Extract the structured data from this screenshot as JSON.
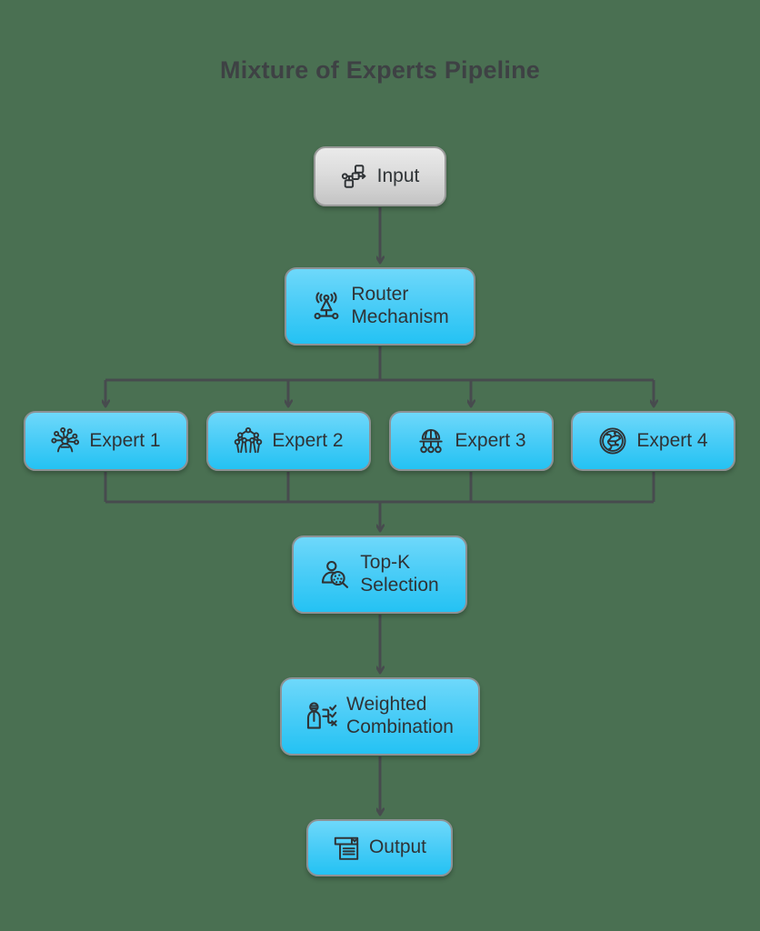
{
  "title": "Mixture of Experts Pipeline",
  "theme": {
    "background": "#4a7052",
    "node_blue_top": "#6ed8fa",
    "node_blue_bottom": "#24c2f3",
    "node_grey_top": "#eaeaea",
    "node_grey_bottom": "#c4c4c4",
    "node_border": "#9a9a9a",
    "text_color": "#2f3336",
    "title_color": "#3e4144",
    "edge_color": "#474b4e"
  },
  "chart_data": {
    "type": "diagram",
    "title": "Mixture of Experts Pipeline",
    "layout": "top-to-bottom flowchart with fan-out and fan-in",
    "nodes": [
      {
        "id": "input",
        "label": "Input",
        "icon": "flow-branch-icon",
        "style": "grey"
      },
      {
        "id": "router",
        "label": "Router\nMechanism",
        "icon": "antenna-network-icon",
        "style": "blue"
      },
      {
        "id": "expert1",
        "label": "Expert 1",
        "icon": "radial-node-icon",
        "style": "blue"
      },
      {
        "id": "expert2",
        "label": "Expert 2",
        "icon": "molecule-mesh-icon",
        "style": "blue"
      },
      {
        "id": "expert3",
        "label": "Expert 3",
        "icon": "hardhat-tree-icon",
        "style": "blue"
      },
      {
        "id": "expert4",
        "label": "Expert 4",
        "icon": "circuit-circle-icon",
        "style": "blue"
      },
      {
        "id": "topk",
        "label": "Top-K\nSelection",
        "icon": "person-search-icon",
        "style": "blue"
      },
      {
        "id": "weighted",
        "label": "Weighted\nCombination",
        "icon": "person-checklist-icon",
        "style": "blue"
      },
      {
        "id": "output",
        "label": "Output",
        "icon": "document-report-icon",
        "style": "blue"
      }
    ],
    "edges": [
      {
        "from": "input",
        "to": "router",
        "kind": "straight-arrow"
      },
      {
        "from": "router",
        "to": "expert1",
        "kind": "fan-out-arrow"
      },
      {
        "from": "router",
        "to": "expert2",
        "kind": "fan-out-arrow"
      },
      {
        "from": "router",
        "to": "expert3",
        "kind": "fan-out-arrow"
      },
      {
        "from": "router",
        "to": "expert4",
        "kind": "fan-out-arrow"
      },
      {
        "from": "expert1",
        "to": "topk",
        "kind": "fan-in"
      },
      {
        "from": "expert2",
        "to": "topk",
        "kind": "fan-in"
      },
      {
        "from": "expert3",
        "to": "topk",
        "kind": "fan-in"
      },
      {
        "from": "expert4",
        "to": "topk",
        "kind": "fan-in-arrow"
      },
      {
        "from": "topk",
        "to": "weighted",
        "kind": "straight-arrow"
      },
      {
        "from": "weighted",
        "to": "output",
        "kind": "straight-arrow"
      }
    ]
  },
  "nodes": {
    "input": {
      "label": "Input"
    },
    "router": {
      "label": "Router\nMechanism"
    },
    "expert1": {
      "label": "Expert 1"
    },
    "expert2": {
      "label": "Expert 2"
    },
    "expert3": {
      "label": "Expert 3"
    },
    "expert4": {
      "label": "Expert 4"
    },
    "topk": {
      "label": "Top-K\nSelection"
    },
    "weighted": {
      "label": "Weighted\nCombination"
    },
    "output": {
      "label": "Output"
    }
  }
}
